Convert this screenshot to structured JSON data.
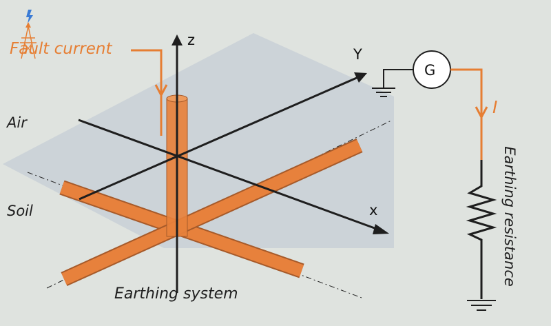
{
  "labels": {
    "fault_current": "Fault current",
    "air": "Air",
    "soil": "Soil",
    "earthing_system": "Earthing system",
    "axis_x": "x",
    "axis_y": "Y",
    "axis_z": "z",
    "generator": "G",
    "current": "I",
    "earthing_resistance": "Earthing resistance"
  },
  "icon": "lightning-tower-icon",
  "colors": {
    "background": "#dfe3df",
    "ground_plane": "#c9d0d6",
    "electrode": "#e67e33",
    "fault_current": "#e67e33",
    "axes": "#1e1e1e"
  }
}
